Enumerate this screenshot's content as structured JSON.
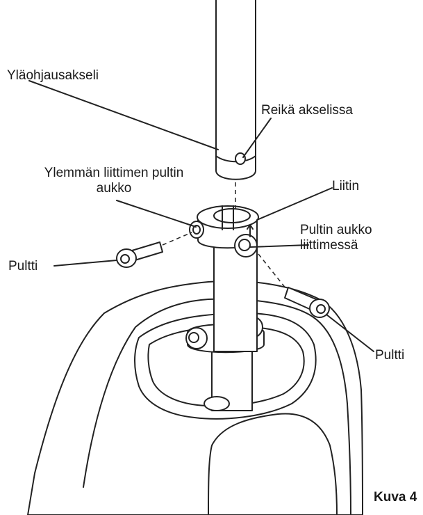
{
  "labels": {
    "upper_shaft": "Yläohjausakseli",
    "hole_in_shaft": "Reikä akselissa",
    "upper_bolt_hole_line1": "Ylemmän liittimen pultin",
    "upper_bolt_hole_line2": "aukko",
    "connector": "Liitin",
    "connector_bolt_hole_line1": "Pultin aukko",
    "connector_bolt_hole_line2": "liittimessä",
    "bolt_left": "Pultti",
    "bolt_right": "Pultti"
  },
  "figure_label": "Kuva 4"
}
